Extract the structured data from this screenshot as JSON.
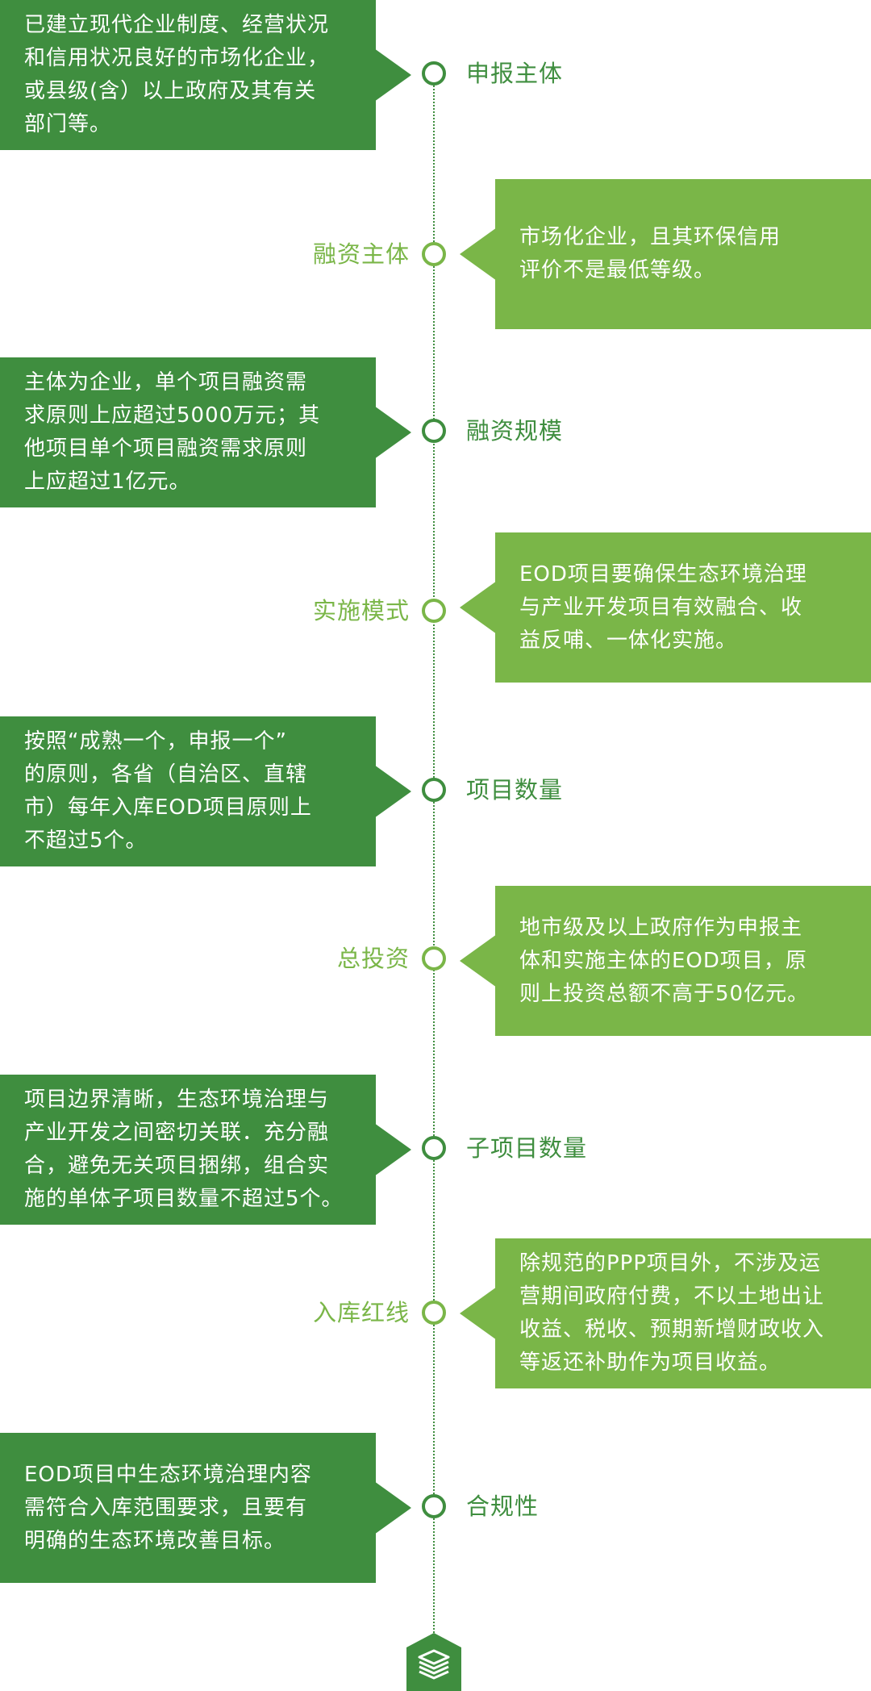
{
  "items": [
    {
      "label": "申报主体",
      "text": "已建立现代企业制度、经营状况\n和信用状况良好的市场化企业，\n或县级(含）以上政府及其有关\n部门等。"
    },
    {
      "label": "融资主体",
      "text": "市场化企业，且其环保信用\n评价不是最低等级。"
    },
    {
      "label": "融资规模",
      "text": "主体为企业，单个项目融资需\n求原则上应超过5000万元；其\n他项目单个项目融资需求原则\n上应超过1亿元。"
    },
    {
      "label": "实施模式",
      "text": "EOD项目要确保生态环境治理\n与产业开发项目有效融合、收\n益反哺、一体化实施。"
    },
    {
      "label": "项目数量",
      "text": "按照“成熟一个，申报一个”\n的原则，各省（自治区、直辖\n市）每年入库EOD项目原则上\n不超过5个。"
    },
    {
      "label": "总投资",
      "text": "地市级及以上政府作为申报主\n体和实施主体的EOD项目，原\n则上投资总额不高于50亿元。"
    },
    {
      "label": "子项目数量",
      "text": "项目边界清晰，生态环境治理与\n产业开发之间密切关联．充分融\n合，避免无关项目捆绑，组合实\n施的单体子项目数量不超过5个。"
    },
    {
      "label": "入库红线",
      "text": "除规范的PPP项目外，不涉及运\n营期间政府付费，不以土地出让\n收益、税收、预期新增财政收入\n等返还补助作为项目收益。"
    },
    {
      "label": "合规性",
      "text": "EOD项目中生态环境治理内容\n需符合入库范围要求，且要有\n明确的生态环境改善目标。"
    }
  ],
  "colors": {
    "dark_green": "#3f8e3f",
    "light_green": "#7ab648"
  },
  "end_icon": "stacked-layers-icon"
}
